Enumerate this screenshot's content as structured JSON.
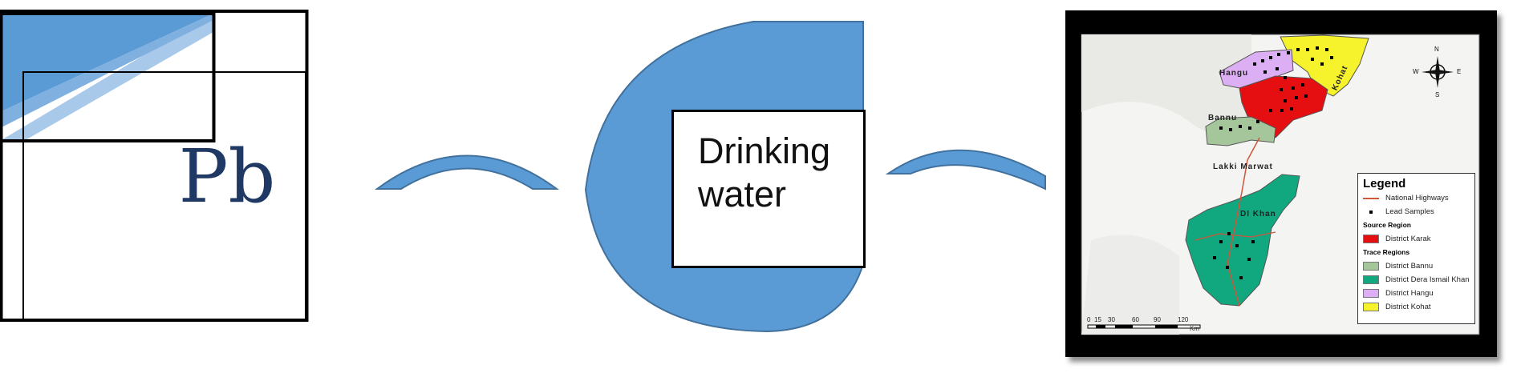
{
  "left_panel": {
    "symbol": "Pb"
  },
  "center_panel": {
    "label_line1": "Drinking",
    "label_line2": "water"
  },
  "map": {
    "region_labels": [
      "Hangu",
      "Kohat",
      "Bannu",
      "Lakki Marwat",
      "DI Khan"
    ],
    "compass": {
      "n": "N",
      "s": "S",
      "e": "E",
      "w": "W"
    },
    "scale_ticks": [
      "0",
      "15",
      "30",
      "60",
      "90",
      "120"
    ],
    "scale_unit": "Km",
    "legend": {
      "title": "Legend",
      "items": [
        {
          "label": "National Highways"
        },
        {
          "label": "Lead Samples"
        }
      ],
      "source_heading": "Source Region",
      "source_items": [
        {
          "label": "District Karak",
          "color": "#e50f12"
        }
      ],
      "trace_heading": "Trace Regions",
      "trace_items": [
        {
          "label": "District Bannu",
          "color": "#a5c59a"
        },
        {
          "label": "District Dera Ismail Khan",
          "color": "#11a77f"
        },
        {
          "label": "District Hangu",
          "color": "#dcaef3"
        },
        {
          "label": "District Kohat",
          "color": "#f6f22c"
        }
      ]
    }
  },
  "colors": {
    "accent_blue": "#5b9bd5",
    "highway": "#d0553b"
  }
}
